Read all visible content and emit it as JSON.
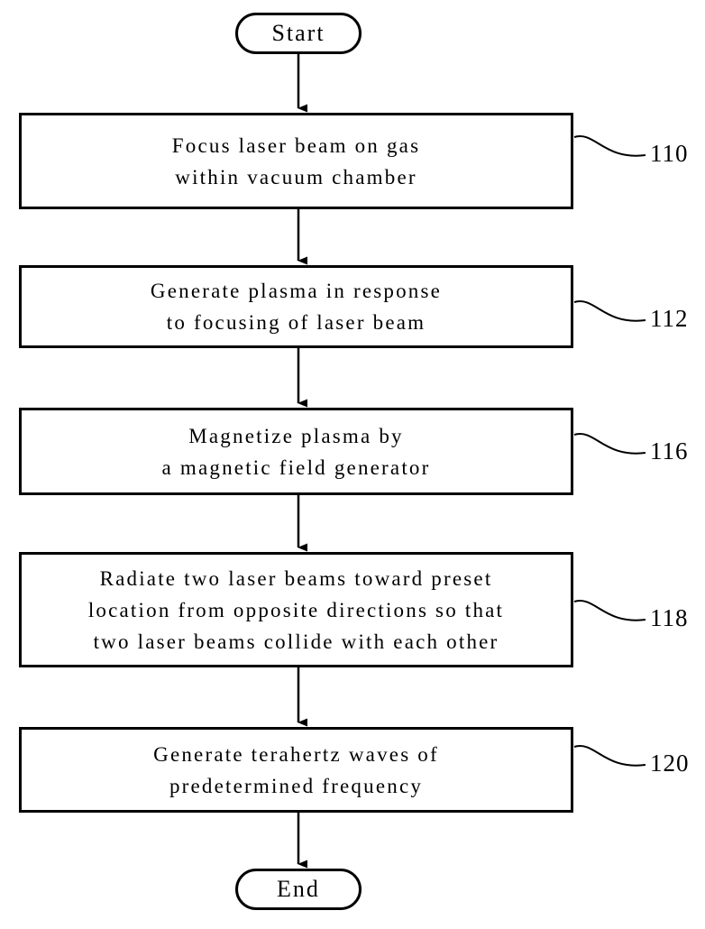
{
  "figure": {
    "type": "flowchart",
    "orientation": "vertical",
    "background_color": "#ffffff",
    "line_color": "#000000",
    "start": {
      "label": "Start"
    },
    "end": {
      "label": "End"
    },
    "steps": [
      {
        "ref": "110",
        "lines": [
          "Focus  laser  beam  on  gas",
          "within  vacuum  chamber"
        ]
      },
      {
        "ref": "112",
        "lines": [
          "Generate  plasma  in  response",
          "to  focusing  of  laser  beam"
        ]
      },
      {
        "ref": "116",
        "lines": [
          "Magnetize  plasma  by",
          "a  magnetic  field  generator"
        ]
      },
      {
        "ref": "118",
        "lines": [
          "Radiate  two  laser  beams  toward  preset",
          "location  from  opposite  directions  so  that",
          "two  laser  beams  collide  with  each  other"
        ]
      },
      {
        "ref": "120",
        "lines": [
          "Generate  terahertz  waves  of",
          "predetermined  frequency"
        ]
      }
    ],
    "connectors": [
      {
        "from": "start",
        "to": "110",
        "arrow": "down"
      },
      {
        "from": "110",
        "to": "112",
        "arrow": "down"
      },
      {
        "from": "112",
        "to": "116",
        "arrow": "down"
      },
      {
        "from": "116",
        "to": "118",
        "arrow": "down"
      },
      {
        "from": "118",
        "to": "120",
        "arrow": "down"
      },
      {
        "from": "120",
        "to": "end",
        "arrow": "down"
      }
    ]
  }
}
